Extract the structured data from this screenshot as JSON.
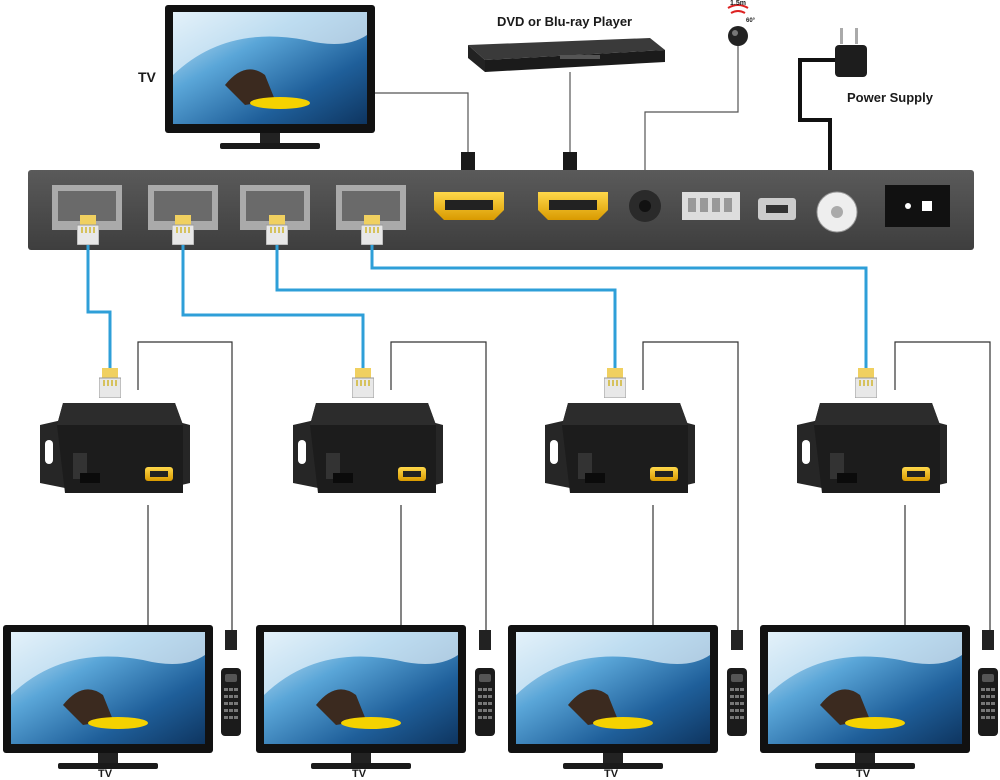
{
  "labels": {
    "top_tv": "TV",
    "player": "DVD or Blu-ray Player",
    "power": "Power Supply",
    "ir_distance": "1.5m",
    "ir_angle": "60°",
    "bottom_tv": "TV"
  },
  "colors": {
    "panel": "#4a4a4a",
    "hdmi_gold": "#f2b600",
    "cat_cable": "#2e9fd8",
    "receiver": "#1c1c1c"
  },
  "receivers": [
    {
      "id": 1,
      "tv_label": "TV"
    },
    {
      "id": 2,
      "tv_label": "TV"
    },
    {
      "id": 3,
      "tv_label": "TV"
    },
    {
      "id": 4,
      "tv_label": "TV"
    }
  ]
}
